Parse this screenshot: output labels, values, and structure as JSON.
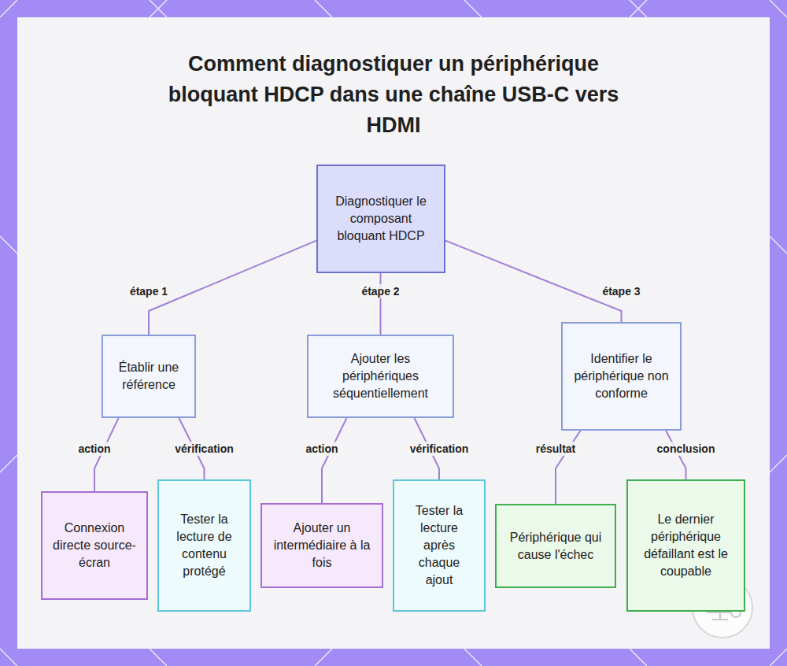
{
  "diagram": {
    "title": "Comment diagnostiquer un périphérique bloquant HDCP dans une chaîne USB-C vers HDMI",
    "nodes": [
      {
        "text": [
          "Diagnostiquer le composant bloquant HDCP"
        ]
      },
      {
        "text": [
          "Établir une référence"
        ]
      },
      {
        "text": [
          "Ajouter les périphériques séquentiellement"
        ]
      },
      {
        "text": [
          "Identifier le périphérique non conforme"
        ]
      },
      {
        "text": [
          "Connexion directe source-écran"
        ]
      },
      {
        "text": [
          "Tester la lecture de contenu protégé"
        ]
      },
      {
        "text": [
          "Ajouter un intermédiaire à la fois"
        ]
      },
      {
        "text": [
          "Tester la lecture après chaque ajout"
        ]
      },
      {
        "text": [
          "Périphérique qui cause l'échec"
        ]
      },
      {
        "text": [
          "Le dernier périphérique défaillant est le coupable"
        ]
      }
    ],
    "edges": [
      {
        "from": 0,
        "to": 1,
        "label": "étape 1",
        "arrow": "none"
      },
      {
        "from": 0,
        "to": 2,
        "label": "étape 2",
        "arrow": "none"
      },
      {
        "from": 0,
        "to": 3,
        "label": "étape 3",
        "arrow": "none"
      },
      {
        "from": 1,
        "to": 4,
        "label": "action",
        "arrow": "none"
      },
      {
        "from": 1,
        "to": 5,
        "label": "vérification",
        "arrow": "none"
      },
      {
        "from": 2,
        "to": 6,
        "label": "action",
        "arrow": "none"
      },
      {
        "from": 2,
        "to": 7,
        "label": "vérification",
        "arrow": "none"
      },
      {
        "from": 3,
        "to": 8,
        "label": "résultat",
        "arrow": "none"
      },
      {
        "from": 3,
        "to": 9,
        "label": "conclusion",
        "arrow": "none"
      }
    ]
  }
}
